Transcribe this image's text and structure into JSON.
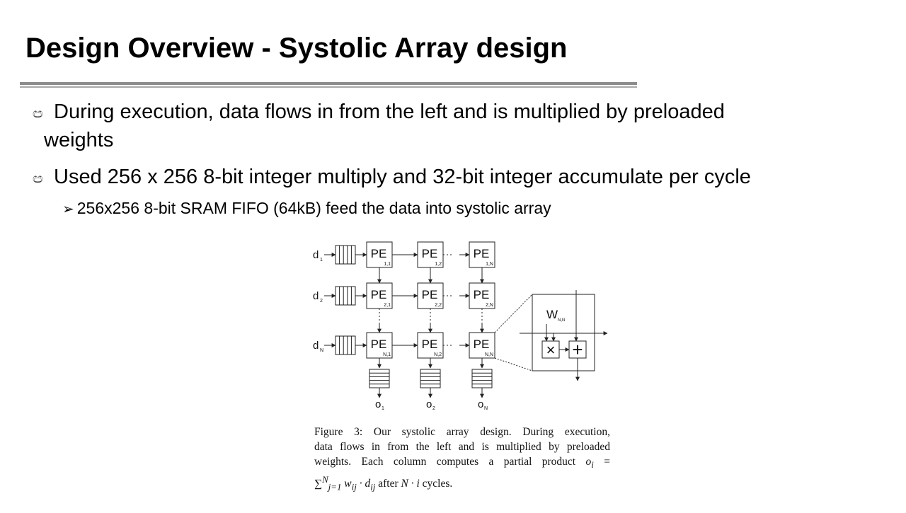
{
  "slide": {
    "title": "Design Overview - Systolic Array design",
    "bullets": [
      {
        "line1": "During execution, data flows in from the left and is multiplied by preloaded",
        "line2": "weights"
      },
      {
        "line1": "Used 256 x 256 8-bit integer multiply and 32-bit integer accumulate per cycle"
      }
    ],
    "sub_bullet": "256x256 8-bit SRAM FIFO (64kB) feed the data into systolic array",
    "bullet_icon": "spiral-bullet-icon",
    "sub_bullet_icon": "arrow-bullet-icon"
  },
  "diagram": {
    "pe_label": "PE",
    "pe_subscripts": [
      [
        "1,1",
        "1,2",
        "1,N"
      ],
      [
        "2,1",
        "2,2",
        "2,N"
      ],
      [
        "N,1",
        "N,2",
        "N,N"
      ]
    ],
    "inputs": [
      {
        "base": "d",
        "sub": "1"
      },
      {
        "base": "d",
        "sub": "2"
      },
      {
        "base": "d",
        "sub": "N"
      }
    ],
    "outputs": [
      {
        "base": "o",
        "sub": "1"
      },
      {
        "base": "o",
        "sub": "2"
      },
      {
        "base": "o",
        "sub": "N"
      }
    ],
    "detail": {
      "weight_base": "W",
      "weight_sub": "N,N",
      "multiply_symbol": "×",
      "add_symbol": "+"
    }
  },
  "caption": {
    "line1": "Figure 3:  Our systolic array design.  During execution,",
    "line2": "data flows in from the left and is multiplied by preloaded",
    "line3_a": "weights.  Each column computes a partial product ",
    "line3_b": "o",
    "line3_c": "i",
    "line3_d": " =",
    "line4_a": "∑",
    "line4_b": "N",
    "line4_c": "j=1",
    "line4_d": " w",
    "line4_e": "ij",
    "line4_f": " · d",
    "line4_g": "ij",
    "line4_h": " after ",
    "line4_i": "N · i",
    "line4_j": " cycles."
  }
}
